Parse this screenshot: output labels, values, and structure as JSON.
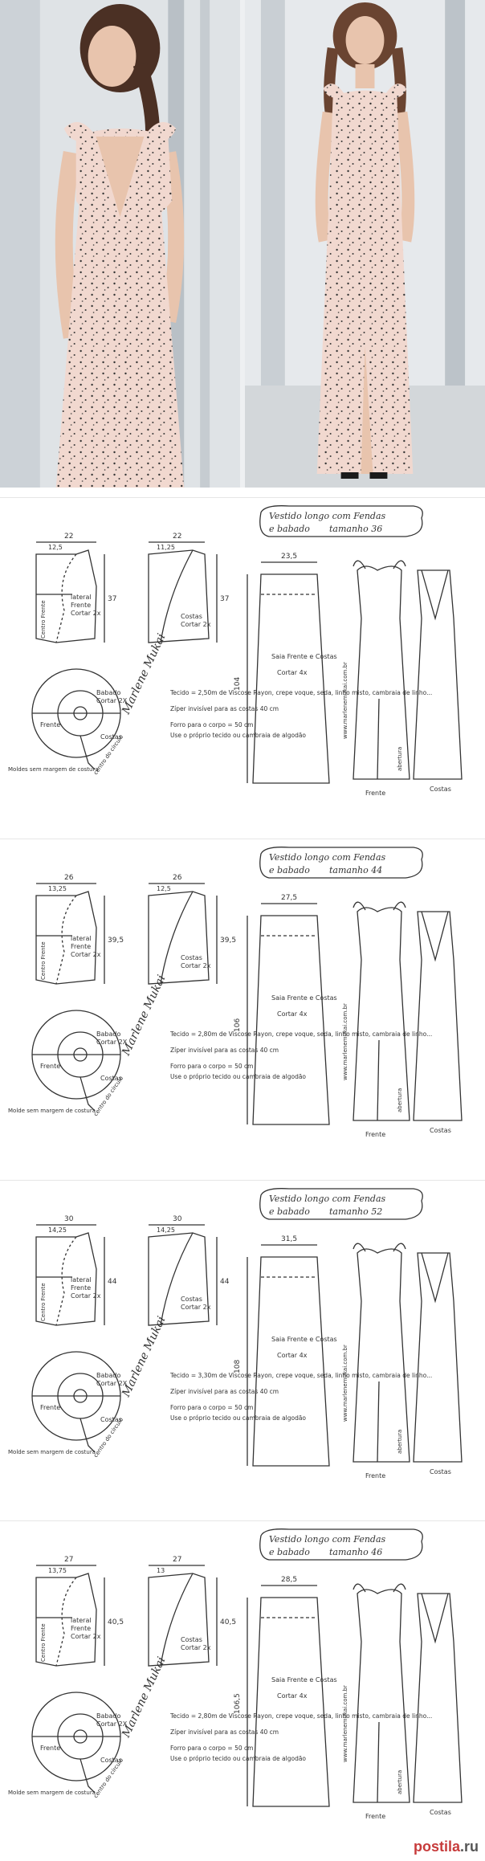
{
  "sheets": [
    {
      "size_label": "tamanho 36",
      "title": "Vestido longo com Fendas",
      "subtitle": "e babado",
      "size": "36",
      "bodice_width": "22",
      "back_width": "22",
      "bodice_top": "12,5",
      "back_top": "11,25",
      "length": "37",
      "skirt_width": "23,5",
      "skirt_length": "104",
      "side_text": "lateral",
      "front_text": "Frente",
      "cut_text": "Cortar 2x",
      "fold_text": "Centro Frente",
      "back_text": "Costas",
      "back_cut": "Cortar 2x",
      "ruffle_text": "Babado",
      "ruffle_cut": "Cortar 2X",
      "ruffle_front": "Frente",
      "ruffle_back": "Costas",
      "skirt_text": "Saia Frente e Costas",
      "skirt_cut": "Cortar 4x",
      "no_margin": "Moldes sem margem de costura",
      "circle_note": "centro do círculo",
      "fabric": "Tecido = 2,50m de Viscose Rayon, crepe voque, seda, linho misto, cambraia de linho...",
      "zipper": "Zíper invisível para as costas 40 cm",
      "lining": "Forro para o corpo = 50 cm",
      "lining_note": "Use o próprio tecido ou cambraia de algodão",
      "website": "www.marlenemukai.com.br",
      "front_label": "Frente",
      "back_label": "Costas",
      "abertura": "abertura"
    },
    {
      "size_label": "tamanho 44",
      "title": "Vestido longo com Fendas",
      "subtitle": "e babado",
      "size": "44",
      "bodice_width": "26",
      "back_width": "26",
      "bodice_top": "13,25",
      "back_top": "12,5",
      "length": "39,5",
      "skirt_width": "27,5",
      "skirt_length": "106",
      "side_text": "lateral",
      "front_text": "Frente",
      "cut_text": "Cortar 2x",
      "fold_text": "Centro Frente",
      "back_text": "Costas",
      "back_cut": "Cortar 2x",
      "ruffle_text": "Babado",
      "ruffle_cut": "Cortar 2X",
      "ruffle_front": "Frente",
      "ruffle_back": "Costas",
      "skirt_text": "Saia Frente e Costas",
      "skirt_cut": "Cortar 4x",
      "no_margin": "Molde sem margem de costura",
      "circle_note": "centro do círculo",
      "fabric": "Tecido = 2,80m de Viscose Rayon, crepe voque, seda, linho misto, cambraia de linho...",
      "zipper": "Zíper invisível para as costas 40 cm",
      "lining": "Forro para o corpo = 50 cm",
      "lining_note": "Use o próprio tecido ou cambraia de algodão",
      "website": "www.marlenemukai.com.br",
      "front_label": "Frente",
      "back_label": "Costas",
      "abertura": "abertura"
    },
    {
      "size_label": "tamanho 52",
      "title": "Vestido longo com Fendas",
      "subtitle": "e babado",
      "size": "52",
      "bodice_width": "30",
      "back_width": "30",
      "bodice_top": "14,25",
      "back_top": "14,25",
      "length": "44",
      "skirt_width": "31,5",
      "skirt_length": "108",
      "side_text": "lateral",
      "front_text": "Frente",
      "cut_text": "Cortar 2x",
      "fold_text": "Centro Frente",
      "back_text": "Costas",
      "back_cut": "Cortar 2x",
      "ruffle_text": "Babado",
      "ruffle_cut": "Cortar 2X",
      "ruffle_front": "Frente",
      "ruffle_back": "Costas",
      "skirt_text": "Saia Frente e Costas",
      "skirt_cut": "Cortar 4x",
      "no_margin": "Molde sem margem de costura",
      "circle_note": "centro do círculo",
      "fabric": "Tecido = 3,30m de Viscose Rayon, crepe voque, seda, linho misto, cambraia de linho...",
      "zipper": "Zíper invisível para as costas 40 cm",
      "lining": "Forro para o corpo = 50 cm",
      "lining_note": "Use o próprio tecido ou cambraia de algodão",
      "website": "www.marlenemukai.com.br",
      "front_label": "Frente",
      "back_label": "Costas",
      "abertura": "abertura"
    },
    {
      "size_label": "tamanho 46",
      "title": "Vestido longo com Fendas",
      "subtitle": "e babado",
      "size": "46",
      "bodice_width": "27",
      "back_width": "27",
      "bodice_top": "13,75",
      "back_top": "13",
      "length": "40,5",
      "skirt_width": "28,5",
      "skirt_length": "106,5",
      "side_text": "lateral",
      "front_text": "Frente",
      "cut_text": "Cortar 2x",
      "fold_text": "Centro Frente",
      "back_text": "Costas",
      "back_cut": "Cortar 2x",
      "ruffle_text": "Babado",
      "ruffle_cut": "Cortar 2X",
      "ruffle_front": "Frente",
      "ruffle_back": "Costas",
      "skirt_text": "Saia Frente e Costas",
      "skirt_cut": "Cortar 4x",
      "no_margin": "Molde sem margem de costura",
      "circle_note": "centro do círculo",
      "fabric": "Tecido = 2,80m de Viscose Rayon, crepe voque, seda, linho misto, cambraia de linho...",
      "zipper": "Zíper invisível para as costas 40 cm",
      "lining": "Forro para o corpo = 50 cm",
      "lining_note": "Use o próprio tecido ou cambraia de algodão",
      "website": "www.marlenemukai.com.br",
      "front_label": "Frente",
      "back_label": "Costas",
      "abertura": "abertura"
    }
  ],
  "signature": "Marlene Mukai",
  "watermark": {
    "brand": "postila",
    "tld": ".ru"
  },
  "colors": {
    "dress": "#f1d8cf",
    "dots": "#333333",
    "brand": "#c73b3b",
    "line": "#333333"
  }
}
